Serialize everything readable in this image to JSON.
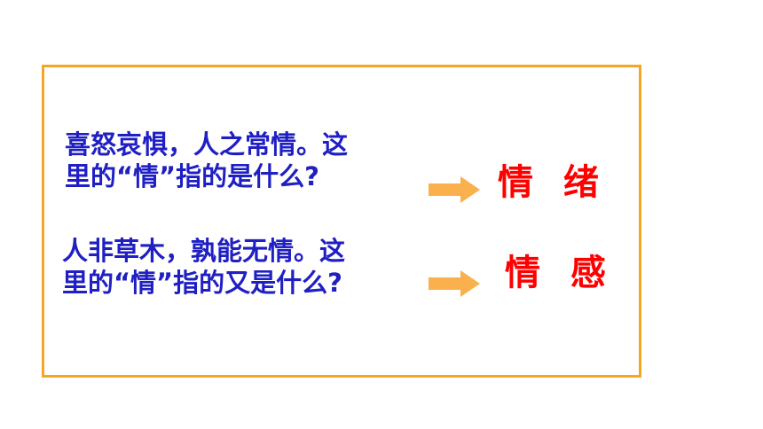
{
  "colors": {
    "frame_border": "#f5a623",
    "question_text": "#1f1fc4",
    "answer_text": "#ff0000",
    "arrow": "#f9b04d"
  },
  "questions": [
    {
      "line1": "喜怒哀惧，人之常情。这",
      "line2": "里的“情”指的是什么?",
      "answer": "情 绪"
    },
    {
      "line1": "人非草木，孰能无情。这",
      "line2": "里的“情”指的又是什么?",
      "answer": "情 感"
    }
  ],
  "icons": {
    "arrow": "right-arrow-icon"
  }
}
